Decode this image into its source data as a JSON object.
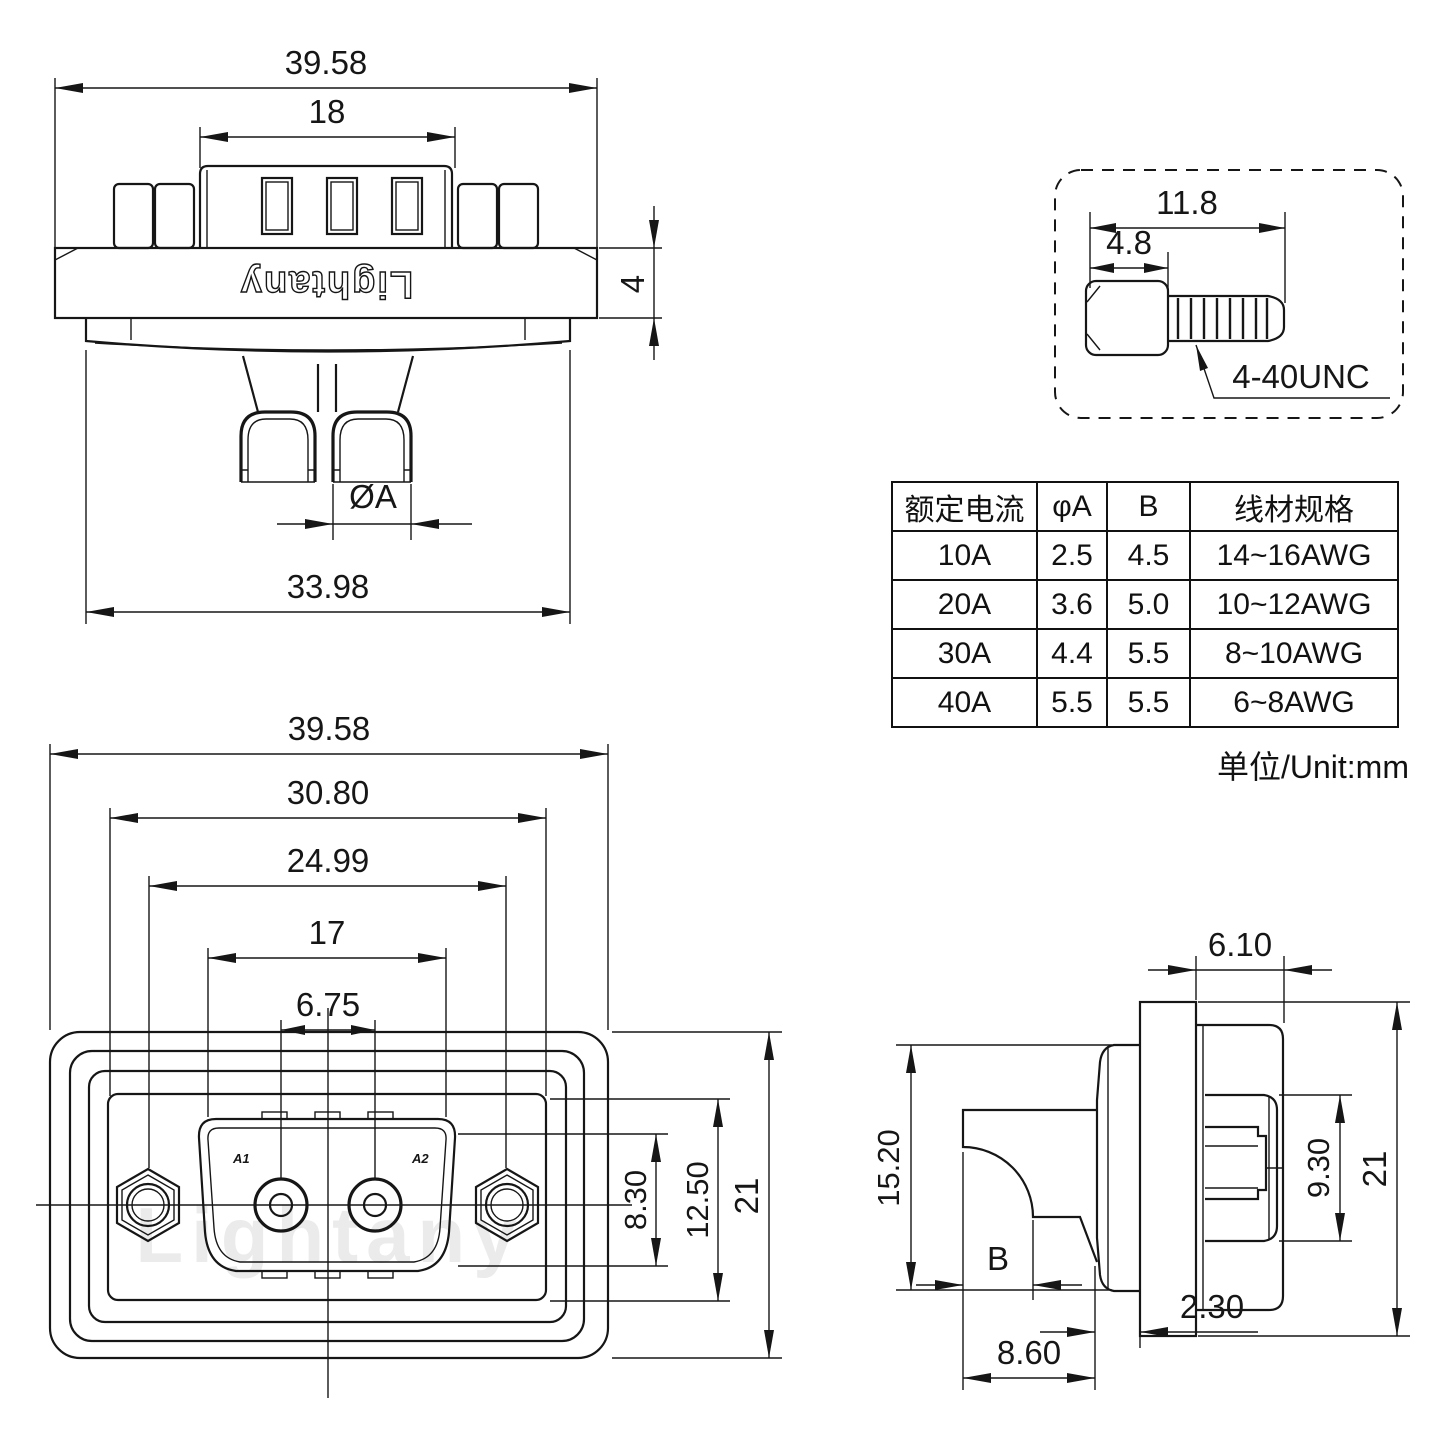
{
  "brand": {
    "logo_text": "Lightany",
    "watermark_text": "Lightany"
  },
  "unit_note": "单位/Unit:mm",
  "top_view": {
    "dim_overall": "39.58",
    "dim_insert": "18",
    "dim_flange": "4",
    "dim_pin_dia": "ØA",
    "dim_body": "33.98"
  },
  "screw_detail": {
    "dim_total": "11.8",
    "dim_head": "4.8",
    "thread_label": "4-40UNC"
  },
  "front_view": {
    "dim_overall": "39.58",
    "dim_gasket": "30.80",
    "dim_mount_pitch": "24.99",
    "dim_shell": "17",
    "dim_pin_pitch": "6.75",
    "dim_shell_height": "8.30",
    "dim_panel_height": "12.50",
    "dim_height": "21",
    "pin1_label": "A1",
    "pin2_label": "A2"
  },
  "side_view": {
    "dim_mate_depth": "6.10",
    "dim_rear_height": "15.20",
    "dim_shroud_height": "9.30",
    "dim_height": "21",
    "dim_cup_b": "B",
    "dim_standoff": "2.30",
    "dim_rear_depth": "8.60"
  },
  "table": {
    "headers": [
      "额定电流",
      "φA",
      "B",
      "线材规格"
    ],
    "rows": [
      [
        "10A",
        "2.5",
        "4.5",
        "14~16AWG"
      ],
      [
        "20A",
        "3.6",
        "5.0",
        "10~12AWG"
      ],
      [
        "30A",
        "4.4",
        "5.5",
        "8~10AWG"
      ],
      [
        "40A",
        "5.5",
        "5.5",
        "6~8AWG"
      ]
    ]
  }
}
